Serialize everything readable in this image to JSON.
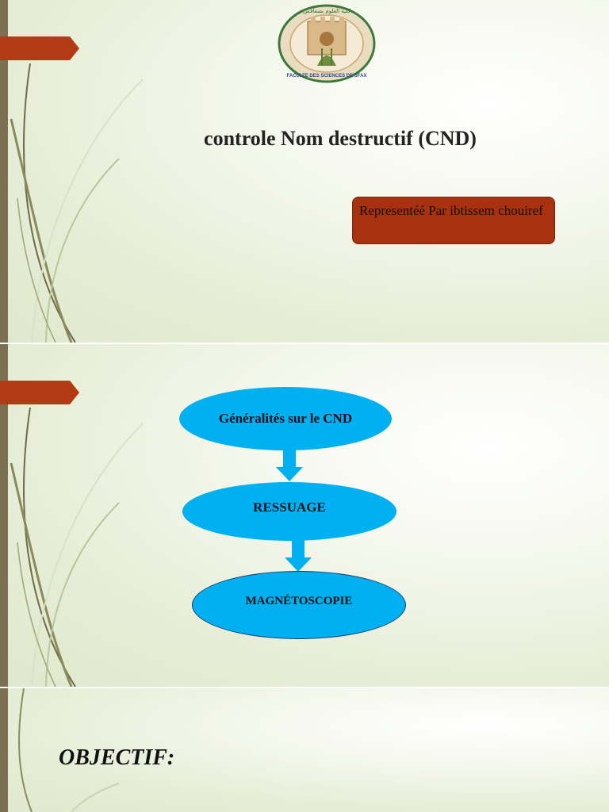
{
  "slide1": {
    "seal_text": "كلية العلوم بصفاقس — FACULTE DES SCIENCES DE SFAX",
    "title": "controle Nom destructif (CND)",
    "presenter": "Representéé Par ibtissem chouiref"
  },
  "slide2": {
    "steps": [
      "Généralités sur le CND",
      "RESSUAGE",
      "MAGNÉTOSCOPIE"
    ]
  },
  "slide3": {
    "heading": "OBJECTIF:"
  },
  "colors": {
    "accent": "#b33a14",
    "ellipse": "#00b0f0",
    "arrow": "#00b0f0",
    "leftbar": "#7b7152"
  }
}
